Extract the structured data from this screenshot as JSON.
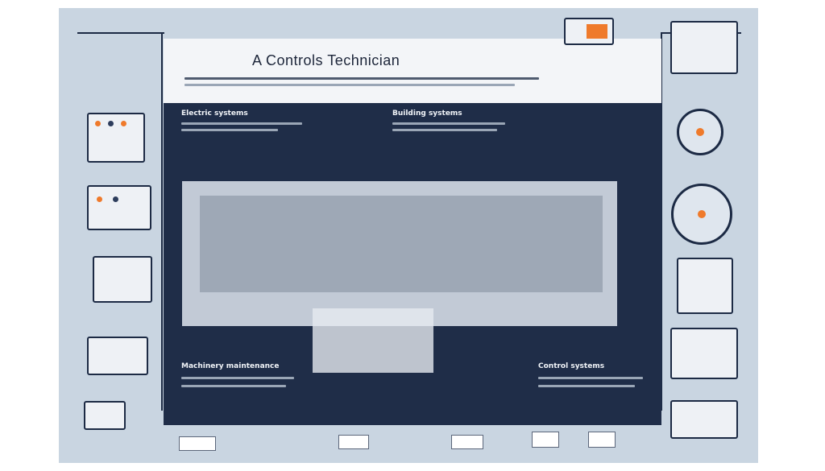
{
  "title": "A Controls Technician",
  "sections": {
    "top_left": "Electric systems",
    "top_right": "Building systems",
    "bottom_left": "Machinery maintenance",
    "bottom_right": "Control systems"
  },
  "colors": {
    "background": "#c9d5e1",
    "panel": "#1f2d48",
    "accent": "#ef7a2b",
    "ink": "#1c2a44"
  },
  "icons": [
    "control-panel-icon",
    "gauge-icon",
    "monitor-icon",
    "truck-icon",
    "technician-icon"
  ]
}
